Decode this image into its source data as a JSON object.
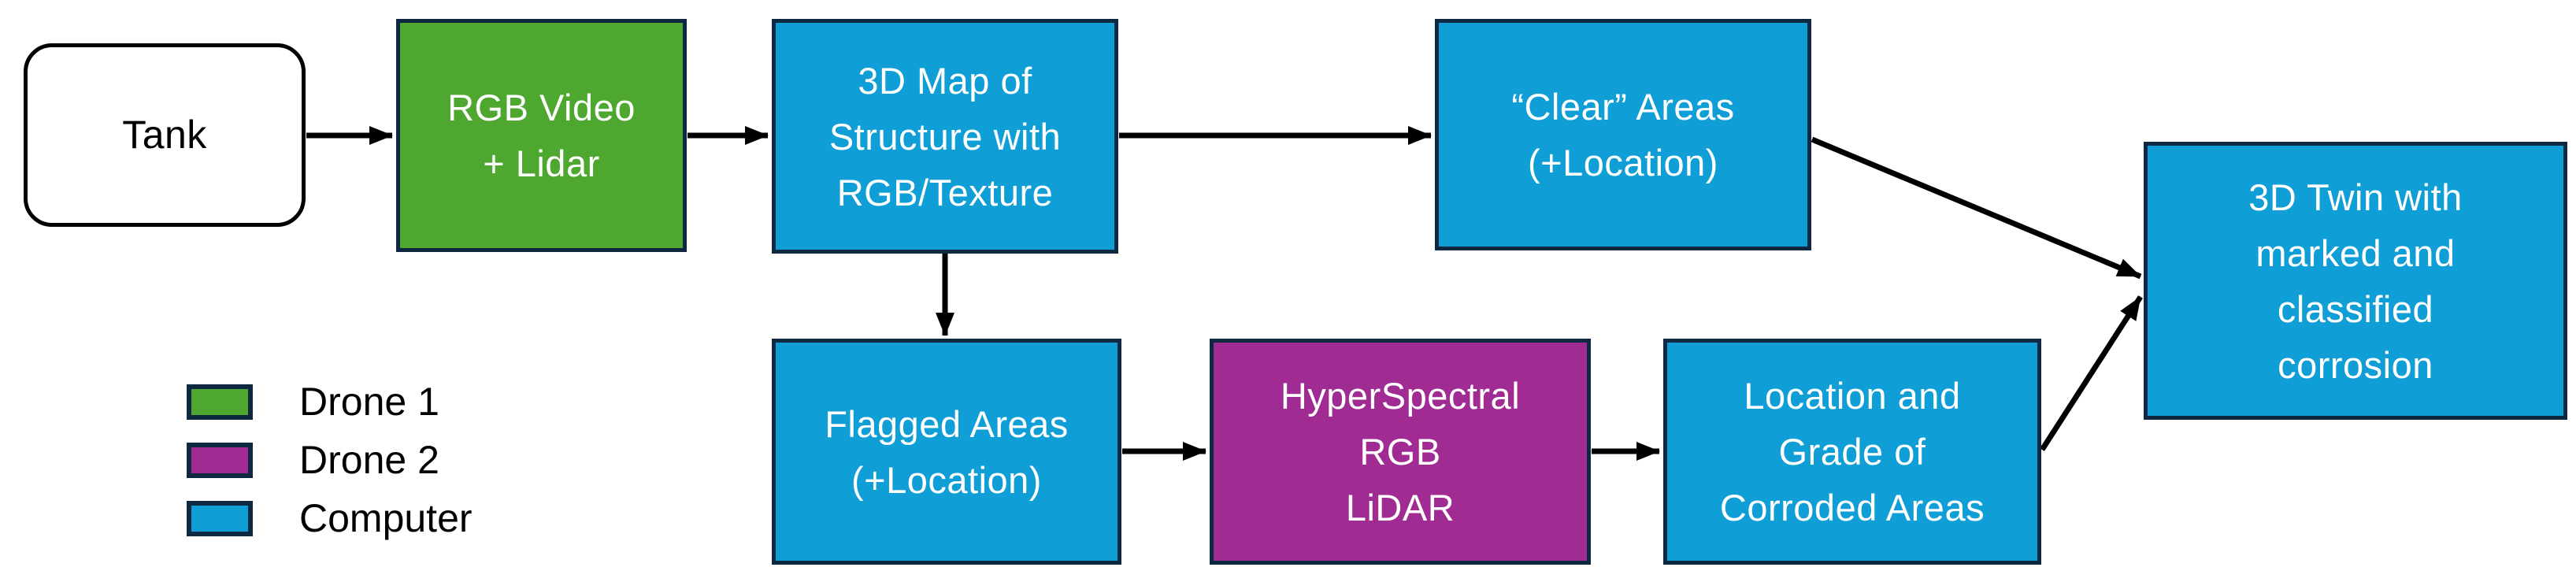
{
  "colors": {
    "drone1_green": "#4EA72E",
    "drone2_purple": "#A02B93",
    "computer_blue": "#0F9ED5",
    "box_border_navy": "#0E2841",
    "tank_border_black": "#000000",
    "arrow_black": "#000000",
    "box_text_white": "#FFFFFF",
    "background_white": "#FFFFFF"
  },
  "nodes": [
    {
      "id": "tank",
      "label": "Tank",
      "actor": "start"
    },
    {
      "id": "rgb-video-lidar",
      "label": "RGB Video\n+ Lidar",
      "actor": "Drone 1"
    },
    {
      "id": "3d-map",
      "label": "3D Map of\nStructure with\nRGB/Texture",
      "actor": "Computer"
    },
    {
      "id": "clear-areas",
      "label": "“Clear” Areas\n(+Location)",
      "actor": "Computer"
    },
    {
      "id": "flagged-areas",
      "label": "Flagged Areas\n(+Location)",
      "actor": "Computer"
    },
    {
      "id": "hyperspectral",
      "label": "HyperSpectral\nRGB\nLiDAR",
      "actor": "Drone 2"
    },
    {
      "id": "location-grade",
      "label": "Location and\nGrade of\nCorroded Areas",
      "actor": "Computer"
    },
    {
      "id": "3d-twin",
      "label": "3D Twin with\nmarked and\nclassified\ncorrosion",
      "actor": "Computer"
    }
  ],
  "edges": [
    {
      "from": "tank",
      "to": "rgb-video-lidar"
    },
    {
      "from": "rgb-video-lidar",
      "to": "3d-map"
    },
    {
      "from": "3d-map",
      "to": "clear-areas"
    },
    {
      "from": "3d-map",
      "to": "flagged-areas"
    },
    {
      "from": "flagged-areas",
      "to": "hyperspectral"
    },
    {
      "from": "hyperspectral",
      "to": "location-grade"
    },
    {
      "from": "clear-areas",
      "to": "3d-twin"
    },
    {
      "from": "location-grade",
      "to": "3d-twin"
    }
  ],
  "legend": {
    "items": [
      {
        "label": "Drone 1",
        "color": "#4EA72E"
      },
      {
        "label": "Drone 2",
        "color": "#A02B93"
      },
      {
        "label": "Computer",
        "color": "#0F9ED5"
      }
    ]
  }
}
